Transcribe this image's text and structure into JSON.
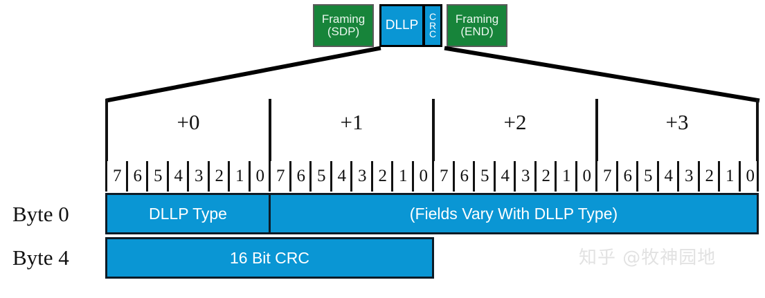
{
  "colors": {
    "green": "#17843a",
    "blue": "#0a96d4",
    "border_dark": "#0d1b26",
    "text_dark": "#111111",
    "text_light": "#ffffff",
    "watermark": "#e2e2e2"
  },
  "packet_strip": {
    "framing_sdp": {
      "line1": "Framing",
      "line2": "(SDP)"
    },
    "dllp": {
      "label": "DLLP"
    },
    "crc": {
      "c1": "C",
      "c2": "R",
      "c3": "C"
    },
    "framing_end": {
      "line1": "Framing",
      "line2": "(END)"
    }
  },
  "byte_offsets": [
    "+0",
    "+1",
    "+2",
    "+3"
  ],
  "bit_numbers": [
    "7",
    "6",
    "5",
    "4",
    "3",
    "2",
    "1",
    "0",
    "7",
    "6",
    "5",
    "4",
    "3",
    "2",
    "1",
    "0",
    "7",
    "6",
    "5",
    "4",
    "3",
    "2",
    "1",
    "0",
    "7",
    "6",
    "5",
    "4",
    "3",
    "2",
    "1",
    "0"
  ],
  "byte_labels": [
    "Byte 0",
    "Byte 4"
  ],
  "fields": {
    "dllp_type": "DLLP Type",
    "fields_vary": "(Fields Vary With DLLP Type)",
    "crc_16": "16 Bit CRC"
  },
  "watermark": "知乎 @牧神园地"
}
